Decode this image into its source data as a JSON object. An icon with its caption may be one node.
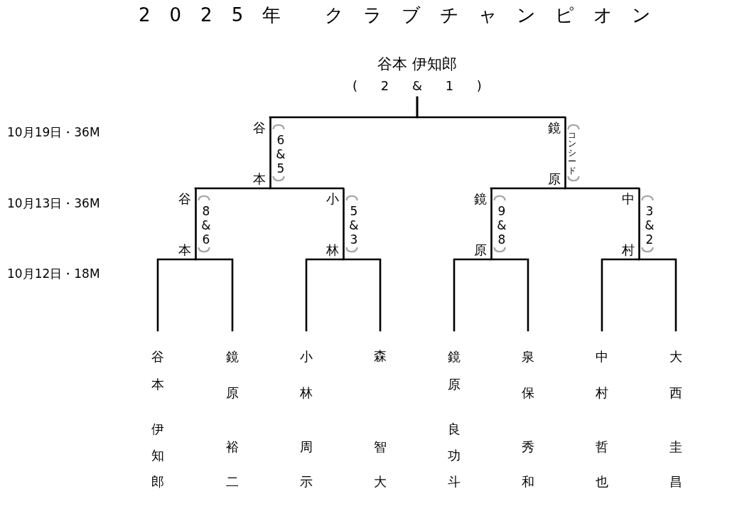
{
  "diagram": {
    "title": "2025年 クラブチャンピオン",
    "nodes": [
      {
        "text": [
          "谷本 伊知郎",
          "( 2 & 1 )"
        ]
      },
      {
        "text": [
          "谷本",
          "6&5"
        ]
      },
      {
        "text": [
          "鏡原",
          "コンシード"
        ]
      },
      {
        "text": [
          "谷本",
          "8&6"
        ]
      },
      {
        "text": [
          "小林",
          "5&3"
        ]
      },
      {
        "text": [
          "鏡原",
          "9&8"
        ]
      },
      {
        "text": [
          "中村",
          "3&2"
        ]
      },
      {
        "text": [
          "谷本",
          "伊知郎"
        ]
      },
      {
        "text": [
          "鏡原",
          "裕二"
        ]
      },
      {
        "text": [
          "小林",
          "周示"
        ]
      },
      {
        "text": [
          "森",
          "智大"
        ]
      },
      {
        "text": [
          "鏡原",
          "良功斗"
        ]
      },
      {
        "text": [
          "泉保",
          "秀和"
        ]
      },
      {
        "text": [
          "中村",
          "哲也"
        ]
      },
      {
        "text": [
          "大西",
          "圭昌"
        ]
      }
    ],
    "edges": [
      {
        "from": 7,
        "to": 3,
        "arrow": "none"
      },
      {
        "from": 8,
        "to": 3,
        "arrow": "none"
      },
      {
        "from": 9,
        "to": 4,
        "arrow": "none"
      },
      {
        "from": 10,
        "to": 4,
        "arrow": "none"
      },
      {
        "from": 11,
        "to": 5,
        "arrow": "none"
      },
      {
        "from": 12,
        "to": 5,
        "arrow": "none"
      },
      {
        "from": 13,
        "to": 6,
        "arrow": "none"
      },
      {
        "from": 14,
        "to": 6,
        "arrow": "none"
      },
      {
        "from": 3,
        "to": 1,
        "arrow": "none"
      },
      {
        "from": 4,
        "to": 1,
        "arrow": "none"
      },
      {
        "from": 5,
        "to": 2,
        "arrow": "none"
      },
      {
        "from": 6,
        "to": 2,
        "arrow": "none"
      },
      {
        "from": 1,
        "to": 0,
        "arrow": "none"
      },
      {
        "from": 2,
        "to": 0,
        "arrow": "none"
      }
    ],
    "labels": [
      "10月19日・36M",
      "10月13日・36M",
      "10月12日・18M"
    ]
  }
}
